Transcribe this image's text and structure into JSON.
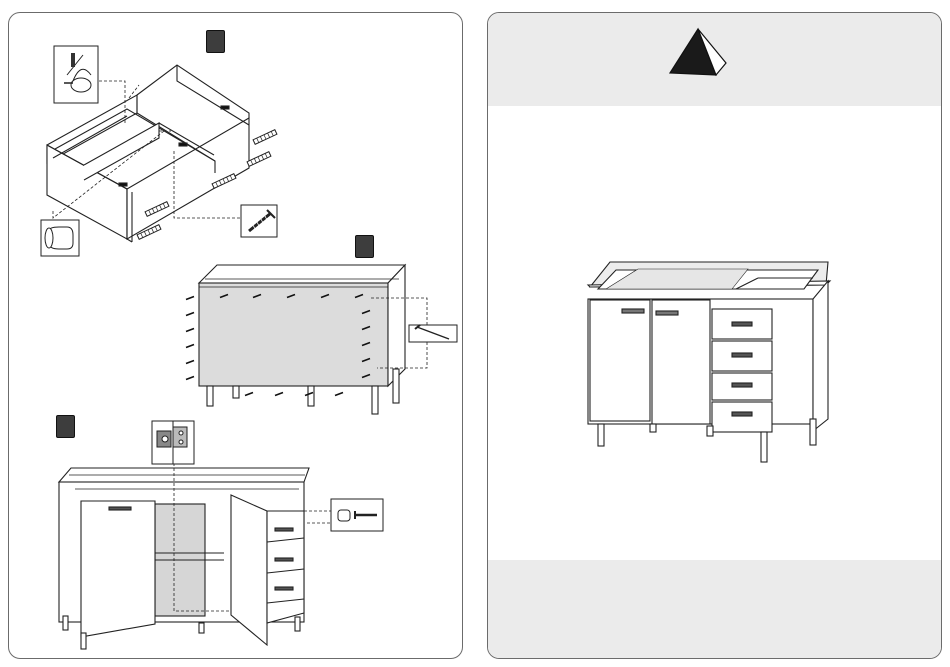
{
  "page": {
    "left_panel": {
      "steps": [
        {
          "marker": "",
          "content": "carcass-assembly-with-dowels-and-screws"
        },
        {
          "marker": "",
          "content": "back-panel-nailing-and-legs"
        },
        {
          "marker": "",
          "content": "hinged-doors-and-drawers"
        }
      ],
      "callouts": [
        "cam-connector-icon",
        "wooden-dowel-icon",
        "screw-icon",
        "nail-icon",
        "hinge-icon",
        "dowel-and-screw-icon"
      ]
    },
    "right_panel": {
      "warning_icon": "pyramid-icon",
      "product": "sink-base-cabinet-two-doors-four-drawers"
    }
  }
}
